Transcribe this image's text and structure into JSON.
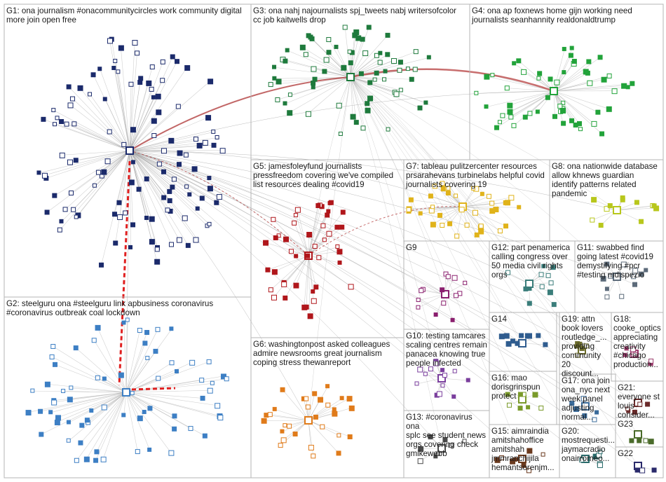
{
  "groups": [
    {
      "id": "G1",
      "label": "G1: ona journalism #onacommunitycircles work community digital\nmore join open free",
      "color": "#1b2a6b"
    },
    {
      "id": "G2",
      "label": "G2: steelguru ona #steelguru link apbusiness coronavirus\n#coronavirus outbreak coal lockdown",
      "color": "#3d7fc4"
    },
    {
      "id": "G3",
      "label": "G3: ona nahj najournalists spj_tweets nabj writersofcolor\ncc job kaitwells drop",
      "color": "#1e7a3c"
    },
    {
      "id": "G4",
      "label": "G4: ona ap foxnews home gijn working need\njournalists seanhannity realdonaldtrump",
      "color": "#22a33a"
    },
    {
      "id": "G5",
      "label": "G5: jamesfoleyfund journalists\npressfreedom covering we've compiled\nlist resources dealing #covid19",
      "color": "#b0161b"
    },
    {
      "id": "G6",
      "label": "G6: washingtonpost asked colleagues\nadmire newsrooms great journalism\ncoping stress thewanreport",
      "color": "#e07b1a"
    },
    {
      "id": "G7",
      "label": "G7: tableau pulitzercenter resources\nprsarahevans turbinelabs helpful covid\njournalists covering 19",
      "color": "#e0b31a"
    },
    {
      "id": "G8",
      "label": "G8: ona nationwide database\nallow khnews guardian\nidentify patterns related\npandemic",
      "color": "#b8c71c"
    },
    {
      "id": "G9",
      "label": "G9",
      "color": "#8a1f6e"
    },
    {
      "id": "G10",
      "label": "G10: testing tamcares\nscaling centres remain\npanacea knowing true\npeople infected",
      "color": "#7a3e9d"
    },
    {
      "id": "G11",
      "label": "G11: swabbed find\ngoing latest #covid19\ndemystifying #pcr\n#testing mdispezio",
      "color": "#5c6b7a"
    },
    {
      "id": "G12",
      "label": "G12: part penamerica\ncalling congress over\n50 media civil rights\norgs",
      "color": "#3a7d7a"
    },
    {
      "id": "G13",
      "label": "G13: #coronavirus ona\nsplc see student news\norgs covering check\ngmikewebb",
      "color": "#4a4a4a"
    },
    {
      "id": "G14",
      "label": "G14",
      "color": "#2f5c8f"
    },
    {
      "id": "G15",
      "label": "G15: aimraindia\namitshahoffice\namitshah\njmmranchijila\nhemantsorenjm...",
      "color": "#6b3a1f"
    },
    {
      "id": "G16",
      "label": "G16: mao\ndorisgrinspun\nprotect",
      "color": "#7a9a2a"
    },
    {
      "id": "G17",
      "label": "G17: ona join\nona_nyc next\nweek panel\nadjusting\nnormal...",
      "color": "#3a6b9a"
    },
    {
      "id": "G18",
      "label": "G18:\ncooke_optics\nappreciating\ncreativity\n#chicago\nproduction...",
      "color": "#9a3a6b"
    },
    {
      "id": "G19",
      "label": "G19: attn\nbook lovers\nroutledge_...\nproviding\ncommunity\n20 discount...",
      "color": "#6b6b2a"
    },
    {
      "id": "G20",
      "label": "G20:\nmostrequesti...\njaymacradio\nonairromeo...",
      "color": "#2a6b6b"
    },
    {
      "id": "G21",
      "label": "G21:\neveryone st\nlouis\nconsider...",
      "color": "#6b2a2a"
    },
    {
      "id": "G22",
      "label": "G22",
      "color": "#2a2a6b"
    },
    {
      "id": "G23",
      "label": "G23",
      "color": "#4a6b2a"
    }
  ]
}
